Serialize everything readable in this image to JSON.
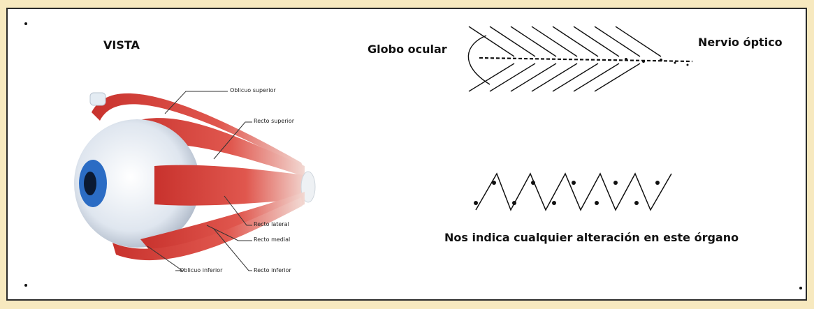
{
  "title": "VISTA",
  "muscle_labels": {
    "oblicuo_superior": "Oblicuo superior",
    "recto_superior": "Recto superior",
    "recto_lateral": "Recto lateral",
    "recto_medial": "Recto medial",
    "oblicuo_inferior": "Oblicuo inferior",
    "recto_inferior": "Recto inferior"
  },
  "symbol_labels": {
    "globo_ocular": "Globo ocular",
    "nervio_optico": "Nervio óptico"
  },
  "caption": "Nos indica cualquier alteración en este órgano",
  "colors": {
    "background": "#f7e9bf",
    "panel": "#ffffff",
    "muscle": "#d9413a",
    "iris": "#2b6cc4",
    "sclera": "#dfe6ef"
  }
}
